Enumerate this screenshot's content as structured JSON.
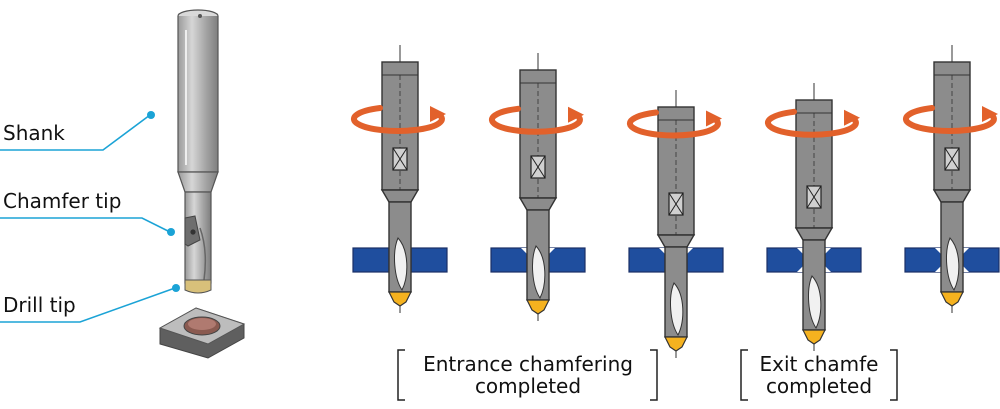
{
  "labels": {
    "shank": "Shank",
    "chamfer_tip": "Chamfer tip",
    "drill_tip": "Drill tip"
  },
  "captions": {
    "entrance": {
      "line1": "Entrance chamfering",
      "line2": "completed"
    },
    "exit": {
      "line1": "Exit chamfe",
      "line2": "completed"
    }
  },
  "stages": [
    {
      "tool_position": "above",
      "entrance_chamfer": false,
      "exit_chamfer": false
    },
    {
      "tool_position": "entrance",
      "entrance_chamfer": true,
      "exit_chamfer": false
    },
    {
      "tool_position": "through",
      "entrance_chamfer": true,
      "exit_chamfer": false
    },
    {
      "tool_position": "exit",
      "entrance_chamfer": true,
      "exit_chamfer": true
    },
    {
      "tool_position": "retract",
      "entrance_chamfer": true,
      "exit_chamfer": true
    }
  ],
  "colors": {
    "leader_line": "#1ba3d6",
    "rotation_arrow": "#e2612b",
    "workpiece": "#1f4e9e",
    "tool_body": "#8c8c8c",
    "drill_tip": "#f5b21f"
  }
}
